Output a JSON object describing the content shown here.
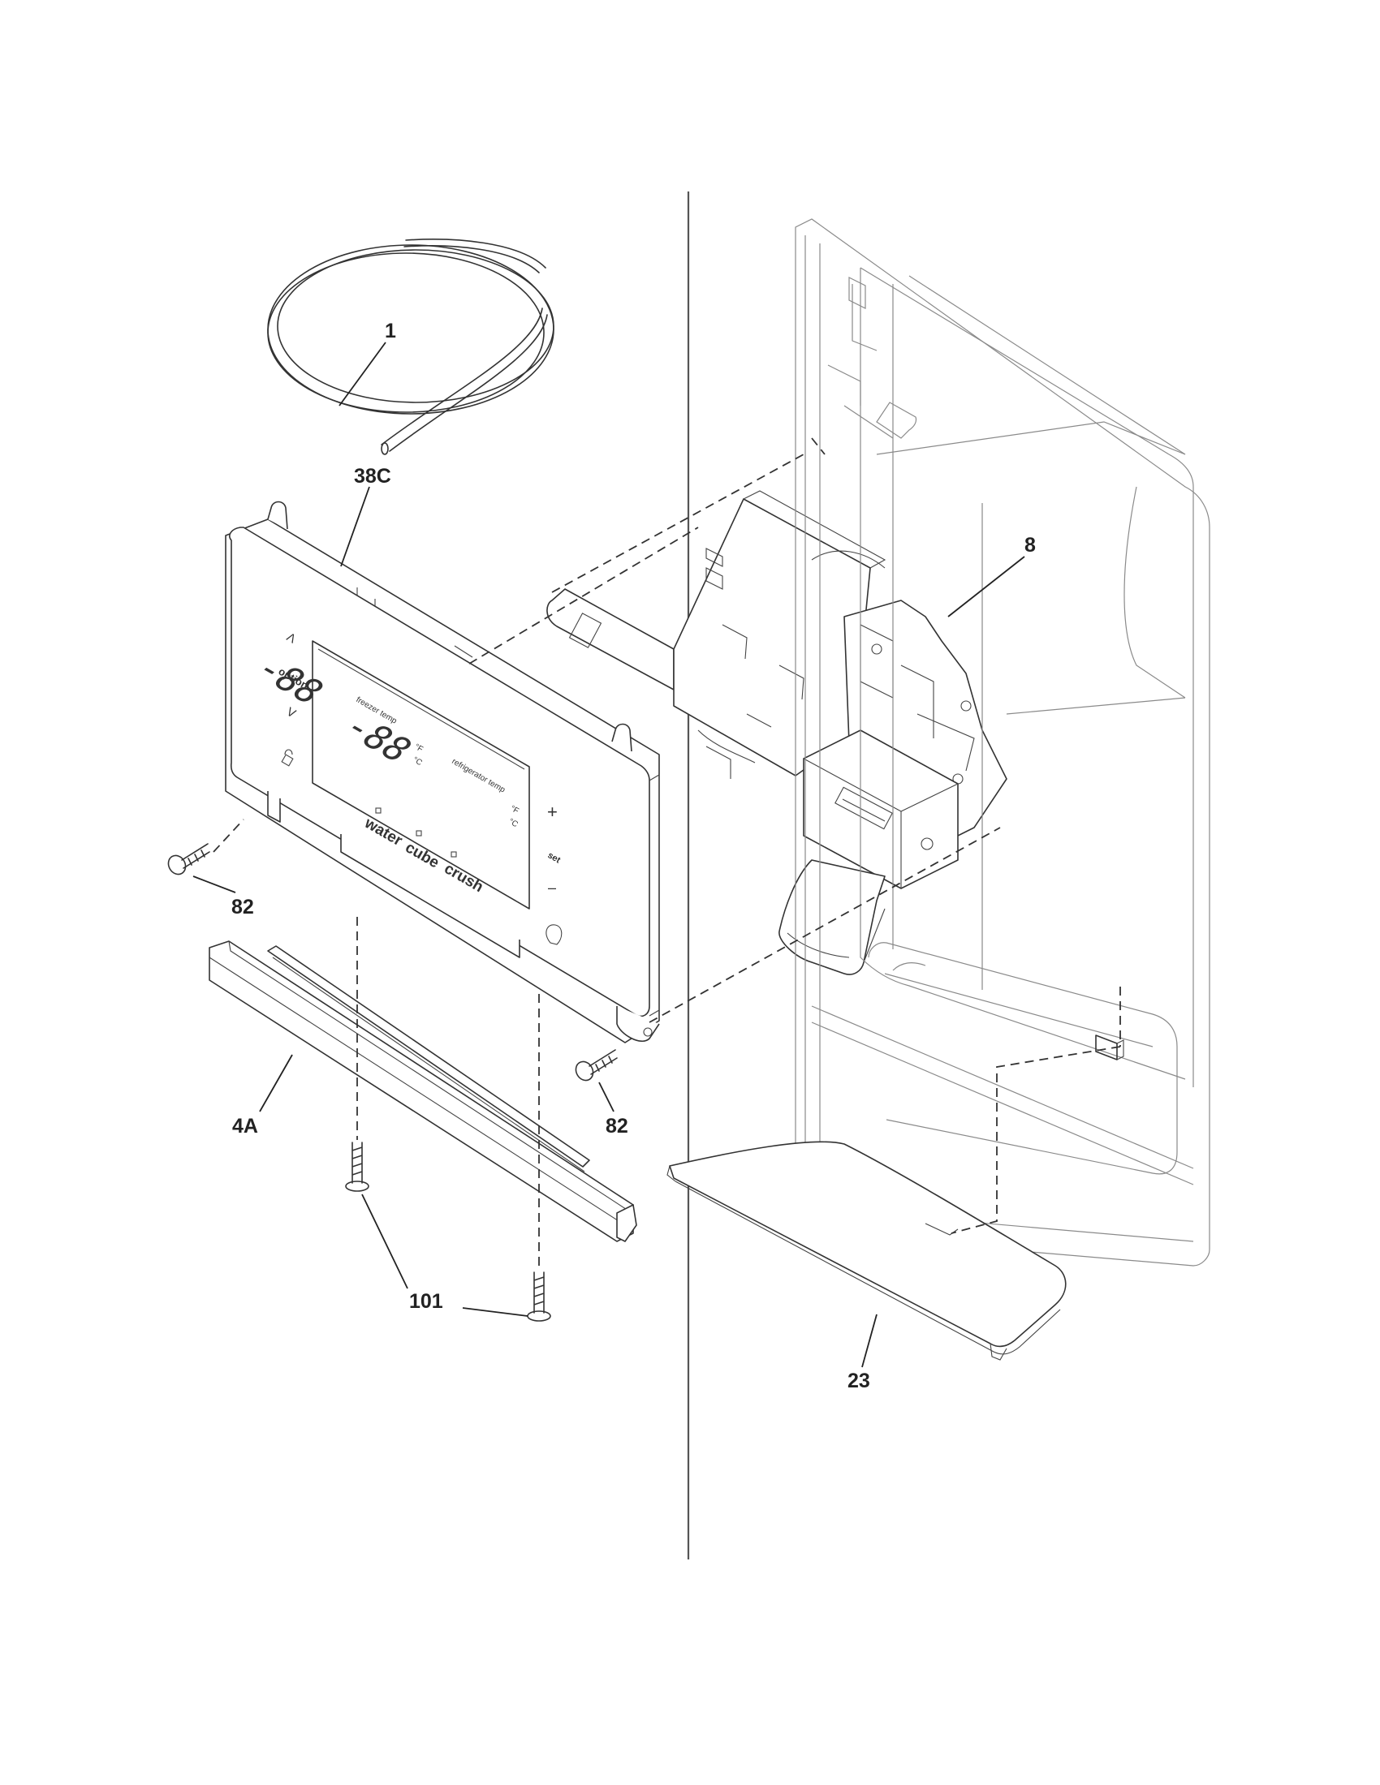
{
  "labels": {
    "tubing": "1",
    "control_panel": "38C",
    "dispenser_housing": "8",
    "screw_left": "82",
    "screw_right": "82",
    "trim": "4A",
    "screws_bottom": "101",
    "drip_tray": "23"
  },
  "panel_text": {
    "up": "Λ",
    "option": "option",
    "down": "V",
    "freezer": "freezer temp",
    "refrigerator": "refrigerator temp",
    "freezer_digits": "-88",
    "fridge_digits": "-88",
    "unit_f": "°F",
    "unit_c": "°C",
    "water": "water",
    "cube": "cube",
    "crush": "crush",
    "plus": "+",
    "set": "set",
    "minus": "–"
  }
}
